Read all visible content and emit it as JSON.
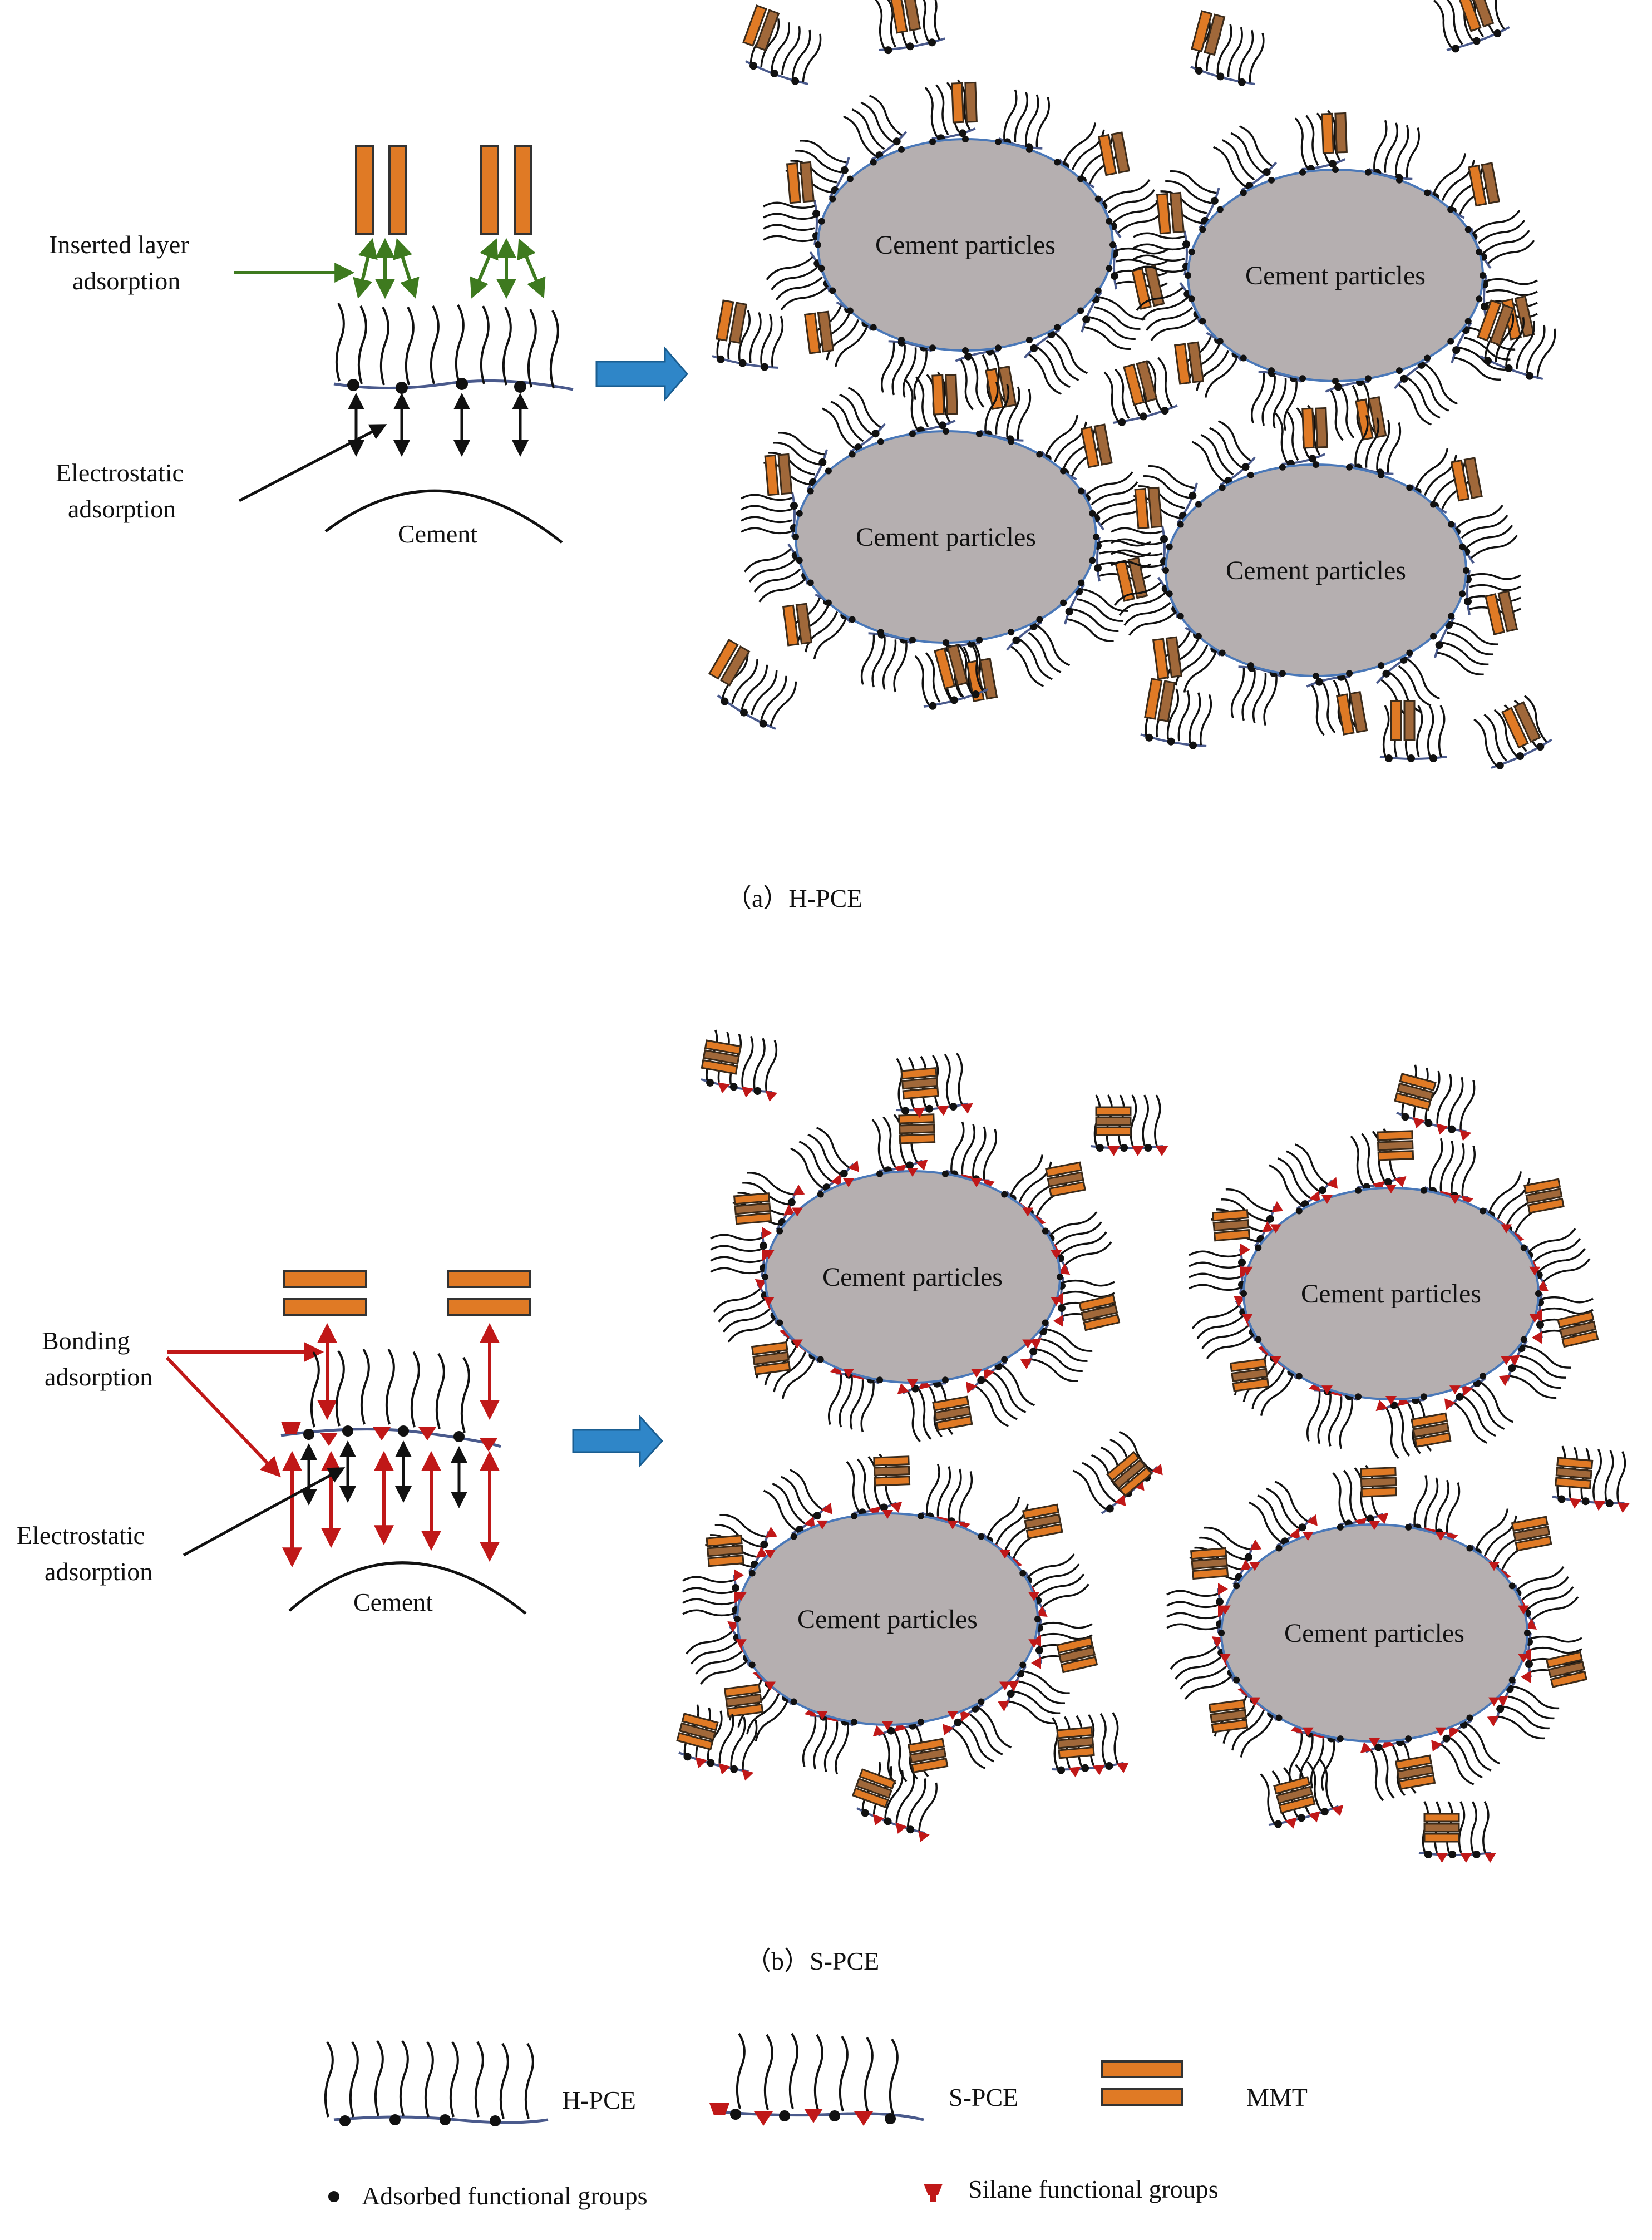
{
  "panel_a": {
    "caption": "（a）H-PCE",
    "label_inserted_1": "Inserted layer",
    "label_inserted_2": "adsorption",
    "label_electro_1": "Electrostatic",
    "label_electro_2": "adsorption",
    "cement_label": "Cement",
    "particle_label": "Cement particles"
  },
  "panel_b": {
    "caption": "（b）S-PCE",
    "label_bond_1": "Bonding",
    "label_bond_2": "adsorption",
    "label_electro_1": "Electrostatic",
    "label_electro_2": "adsorption",
    "cement_label": "Cement",
    "particle_label": "Cement particles"
  },
  "legend": {
    "hpce": "H-PCE",
    "spce": "S-PCE",
    "mmt": "MMT",
    "adsorbed": "Adsorbed functional groups",
    "silane": "Silane functional groups"
  },
  "colors": {
    "particle_fill": "#b5afb0",
    "particle_stroke": "#4a78b8",
    "mmt_fill": "#e07a25",
    "mmt_dark": "#a0683a",
    "green_arrow": "#3e7a1f",
    "red_arrow": "#c01818",
    "blue_arrow": "#2f86c8"
  }
}
